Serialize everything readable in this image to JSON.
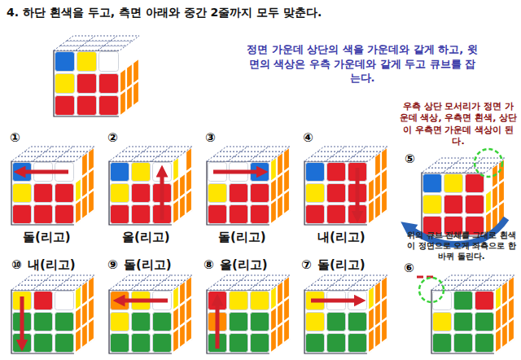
{
  "diagram": {
    "title": "4. 하단 흰색을 두고, 측면 아래와 중간 2줄까지 모두 맞춘다.",
    "labels": [
      "정면 가운데 상단의 색을 가운데와 같게 하고, 윗면의 색상은 우측 가운데와 같게 두고 큐브를 잡는다.",
      "우측 상단 모서리가 정면 가운데 색상, 우측면 흰색, 상단이 우측면 가운데 색상이 된다.",
      "①",
      "돌(리고)",
      "②",
      "올(리고)",
      "③",
      "돌(리고)",
      "④",
      "내(리고)",
      "⑤",
      "위의 큐브 전체를 그대로 흰색이 정면으로 오게 좌측으로 한바퀴 돌린다.",
      "⑥",
      "⑩",
      "내(리고)",
      "⑨",
      "돌(리고)",
      "⑧",
      "올(리고)",
      "⑦",
      "돌(리고)"
    ]
  }
}
